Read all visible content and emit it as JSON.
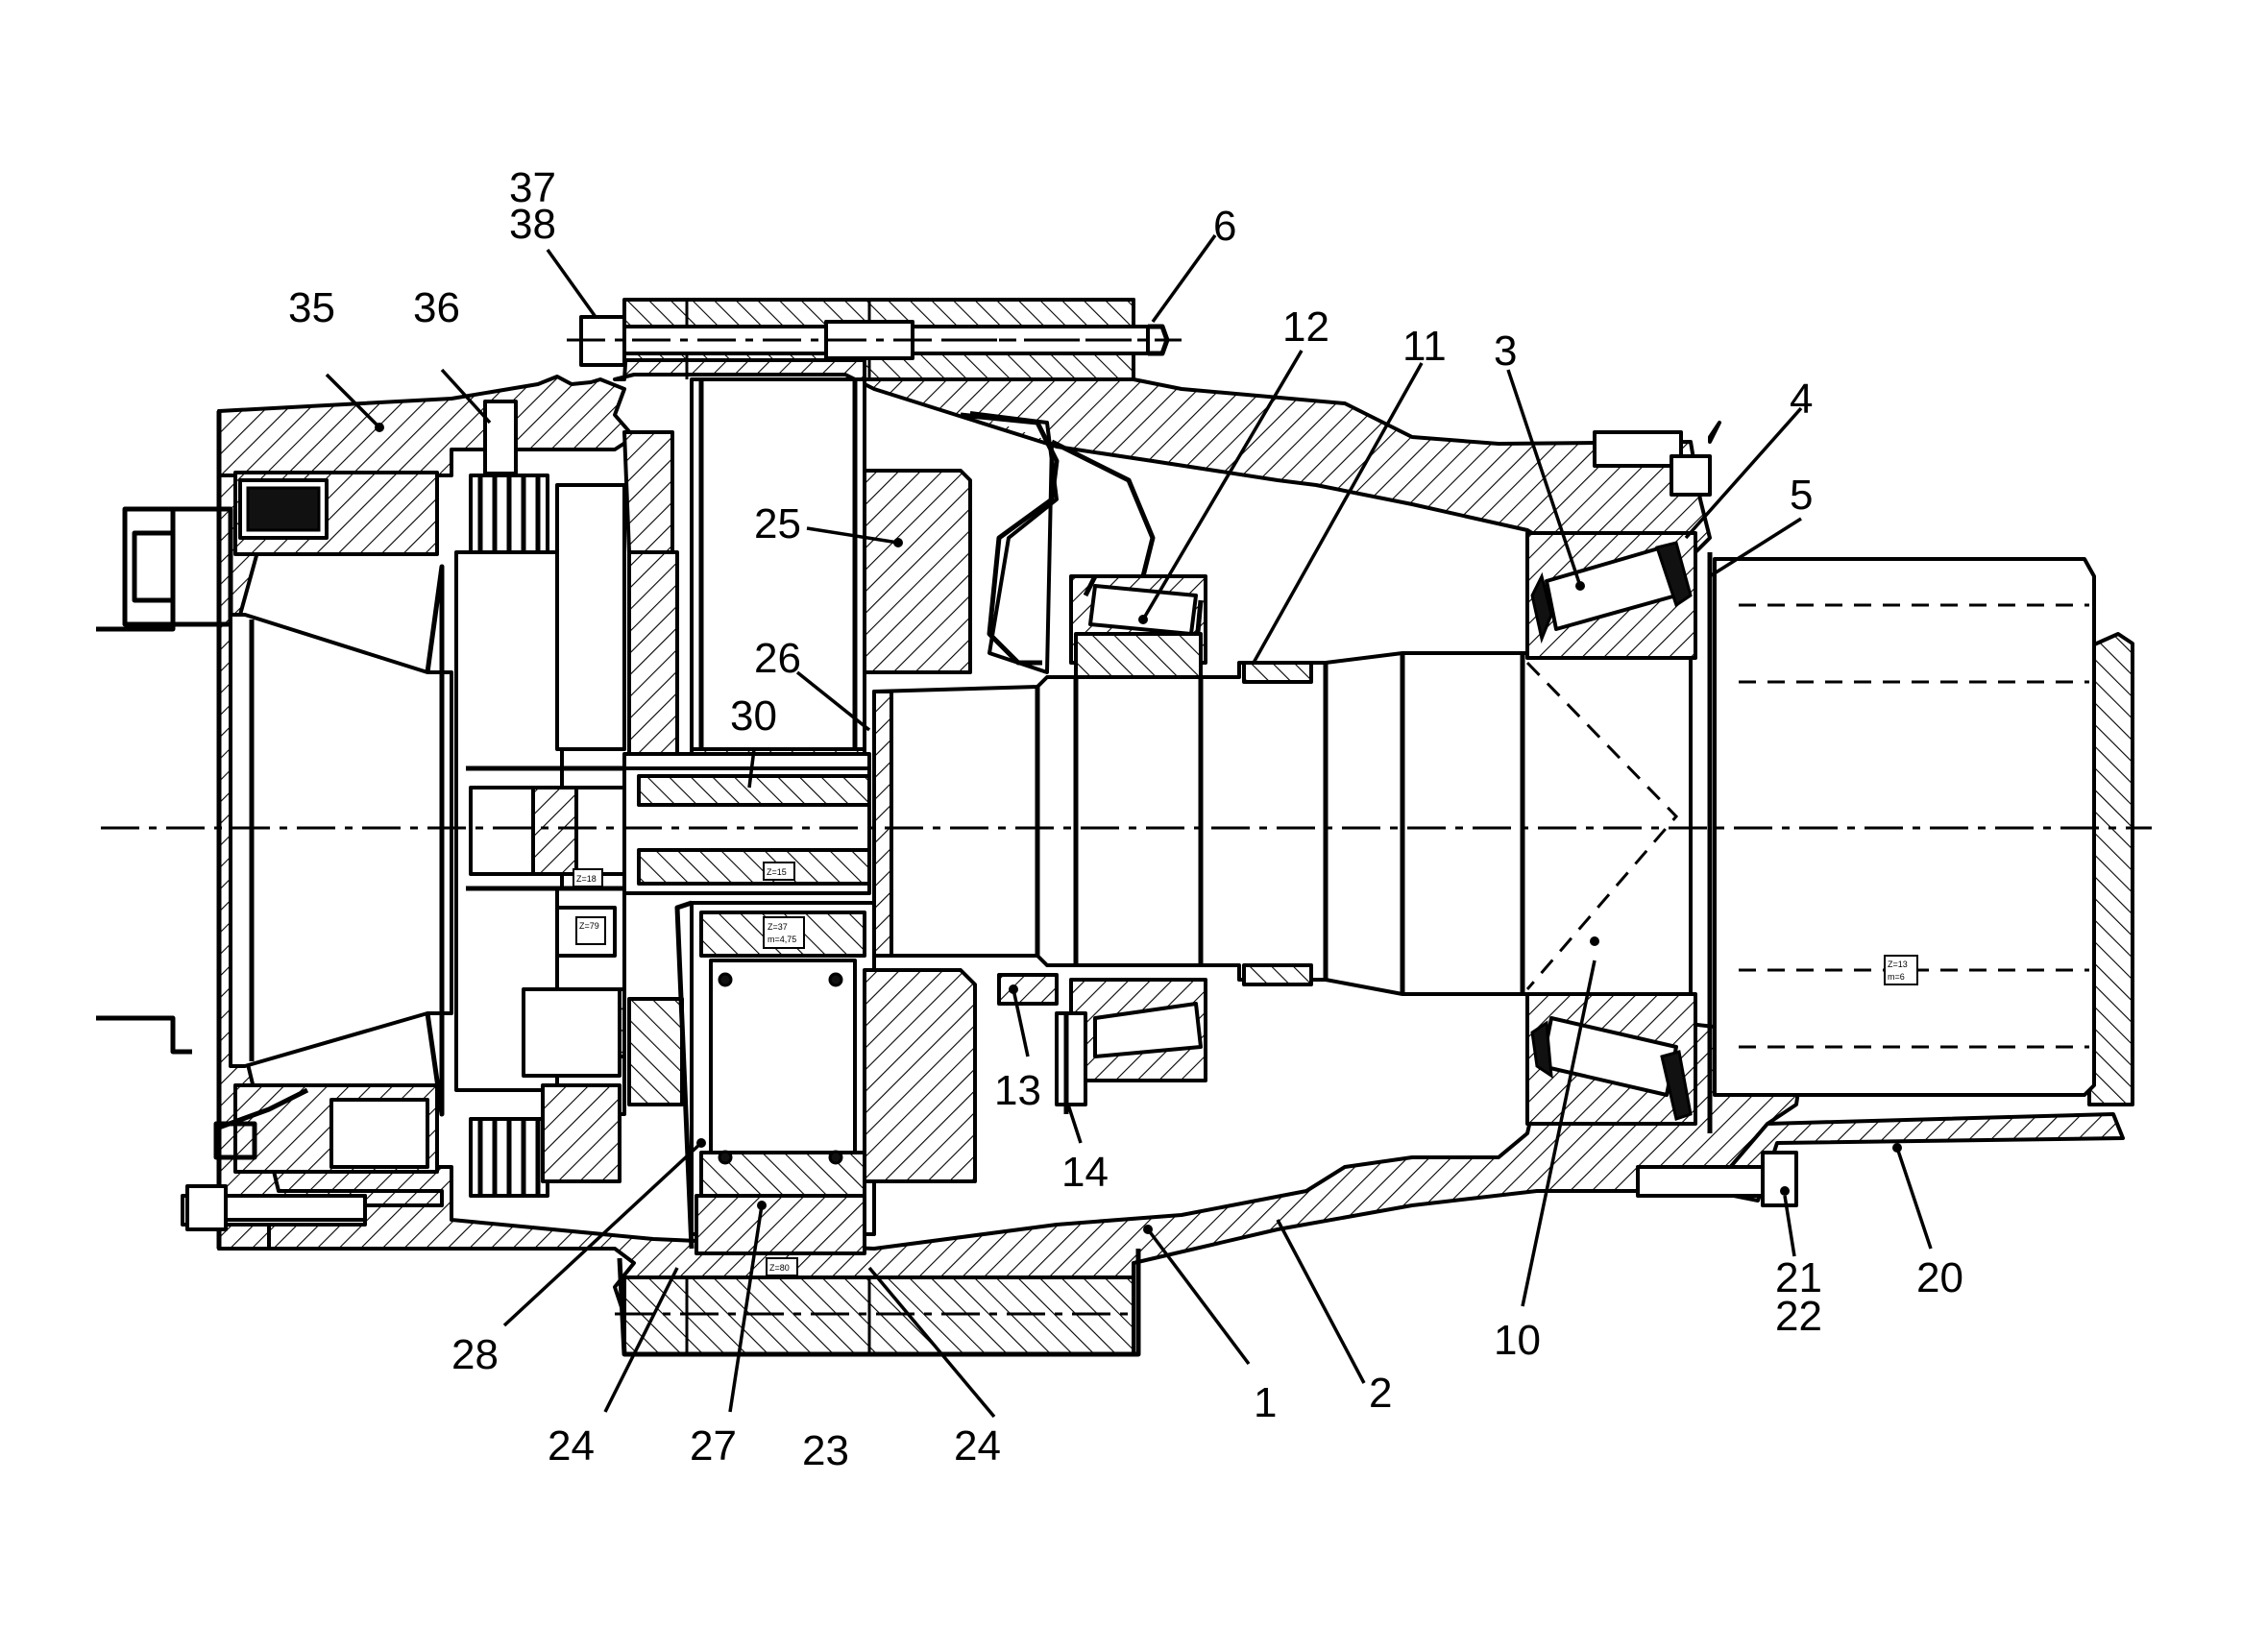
{
  "labels": {
    "p1": "1",
    "p2": "2",
    "p3": "3",
    "p4": "4",
    "p5": "5",
    "p6": "6",
    "p10": "10",
    "p11": "11",
    "p12": "12",
    "p13": "13",
    "p14": "14",
    "p20": "20",
    "p21": "21",
    "p22": "22",
    "p23": "23",
    "p24a": "24",
    "p24b": "24",
    "p25": "25",
    "p26": "26",
    "p27": "27",
    "p28": "28",
    "p30": "30",
    "p35": "35",
    "p36": "36",
    "p37": "37",
    "p38": "38"
  },
  "tags": {
    "z18": "Z=18",
    "z15": "Z=15",
    "z37": "Z=37",
    "m475": "m=4,75",
    "z79": "Z=79",
    "z80": "Z=80",
    "z13": "Z=13",
    "m6": "m=6"
  }
}
